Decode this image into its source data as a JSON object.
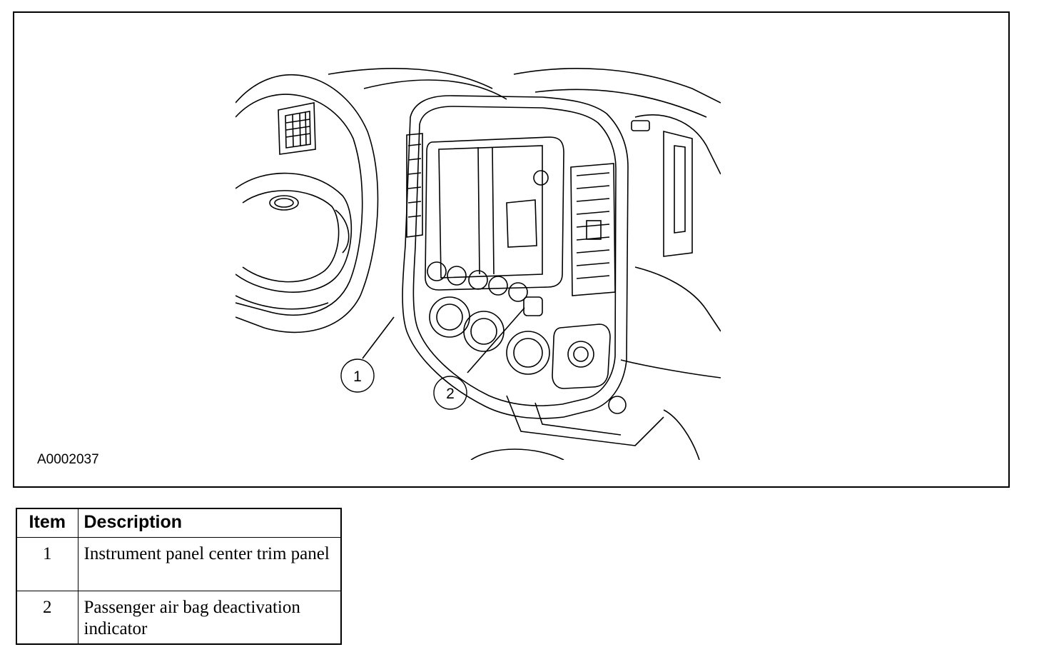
{
  "figure": {
    "id": "A0002037",
    "callouts": [
      {
        "label": "1"
      },
      {
        "label": "2"
      }
    ]
  },
  "legend": {
    "headers": {
      "item": "Item",
      "description": "Description"
    },
    "rows": [
      {
        "item": "1",
        "description": "Instrument panel center trim panel"
      },
      {
        "item": "2",
        "description": "Passenger air bag deactivation indicator"
      }
    ]
  }
}
